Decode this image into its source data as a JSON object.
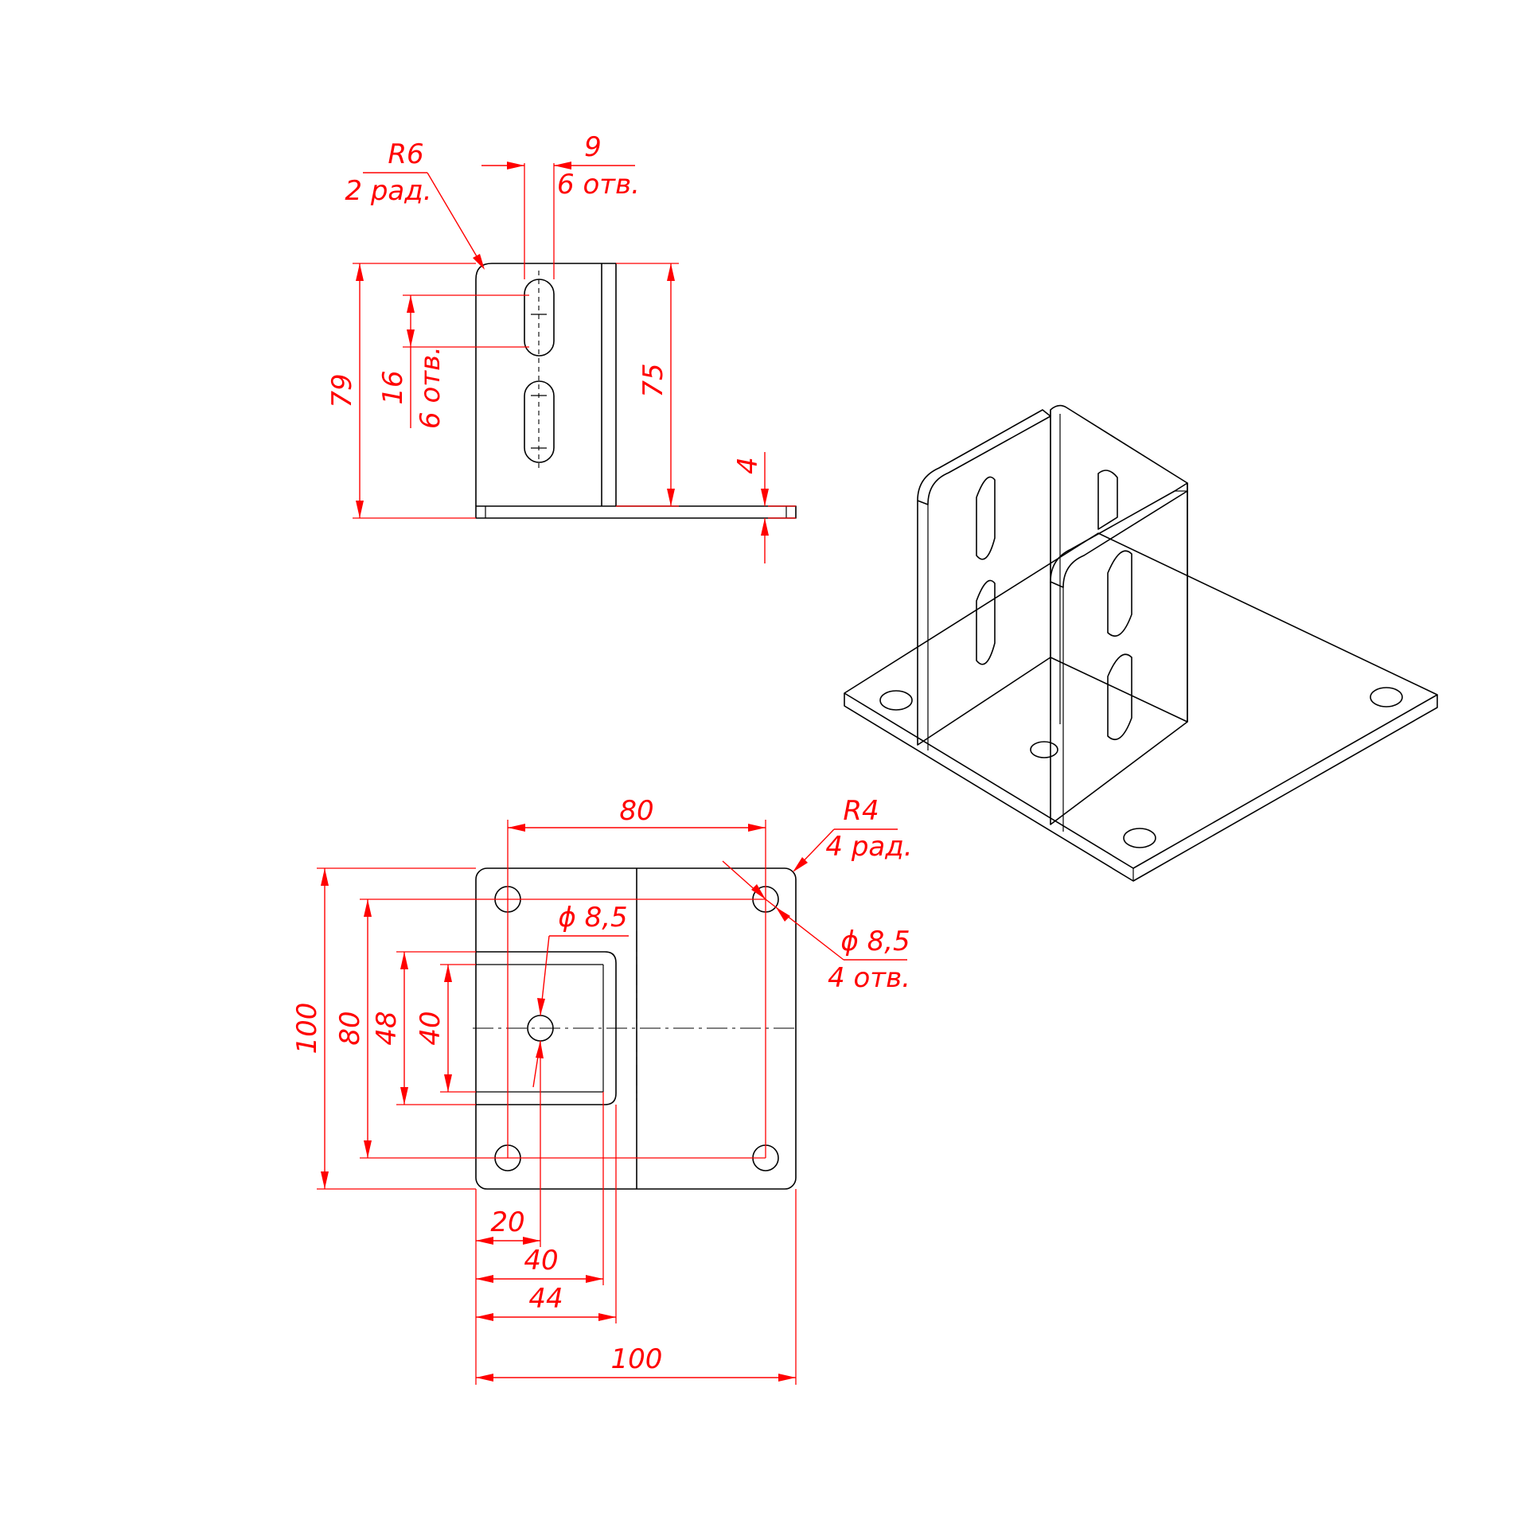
{
  "colors": {
    "part": "#000000",
    "dimension": "#ff0000",
    "background": "#ffffff"
  },
  "front_view": {
    "slot_width": "9",
    "slot_count": "6 отв.",
    "fillet_radius": "R6",
    "fillet_count": "2 рад.",
    "total_height": "79",
    "slot_pitch": "16",
    "slot_pitch_count": "6 отв.",
    "plate_height": "75",
    "base_thickness": "4"
  },
  "top_view": {
    "hole_spacing_x": "80",
    "corner_radius": "R4",
    "corner_count": "4 рад.",
    "center_hole_diameter": "ϕ 8,5",
    "corner_hole_diameter": "ϕ 8,5",
    "corner_hole_count": "4 отв.",
    "base_height": "100",
    "hole_spacing_y": "80",
    "channel_outer_height": "48",
    "channel_inner_height": "40",
    "center_hole_offset": "20",
    "channel_inner_width": "40",
    "channel_outer_width": "44",
    "base_width": "100"
  }
}
